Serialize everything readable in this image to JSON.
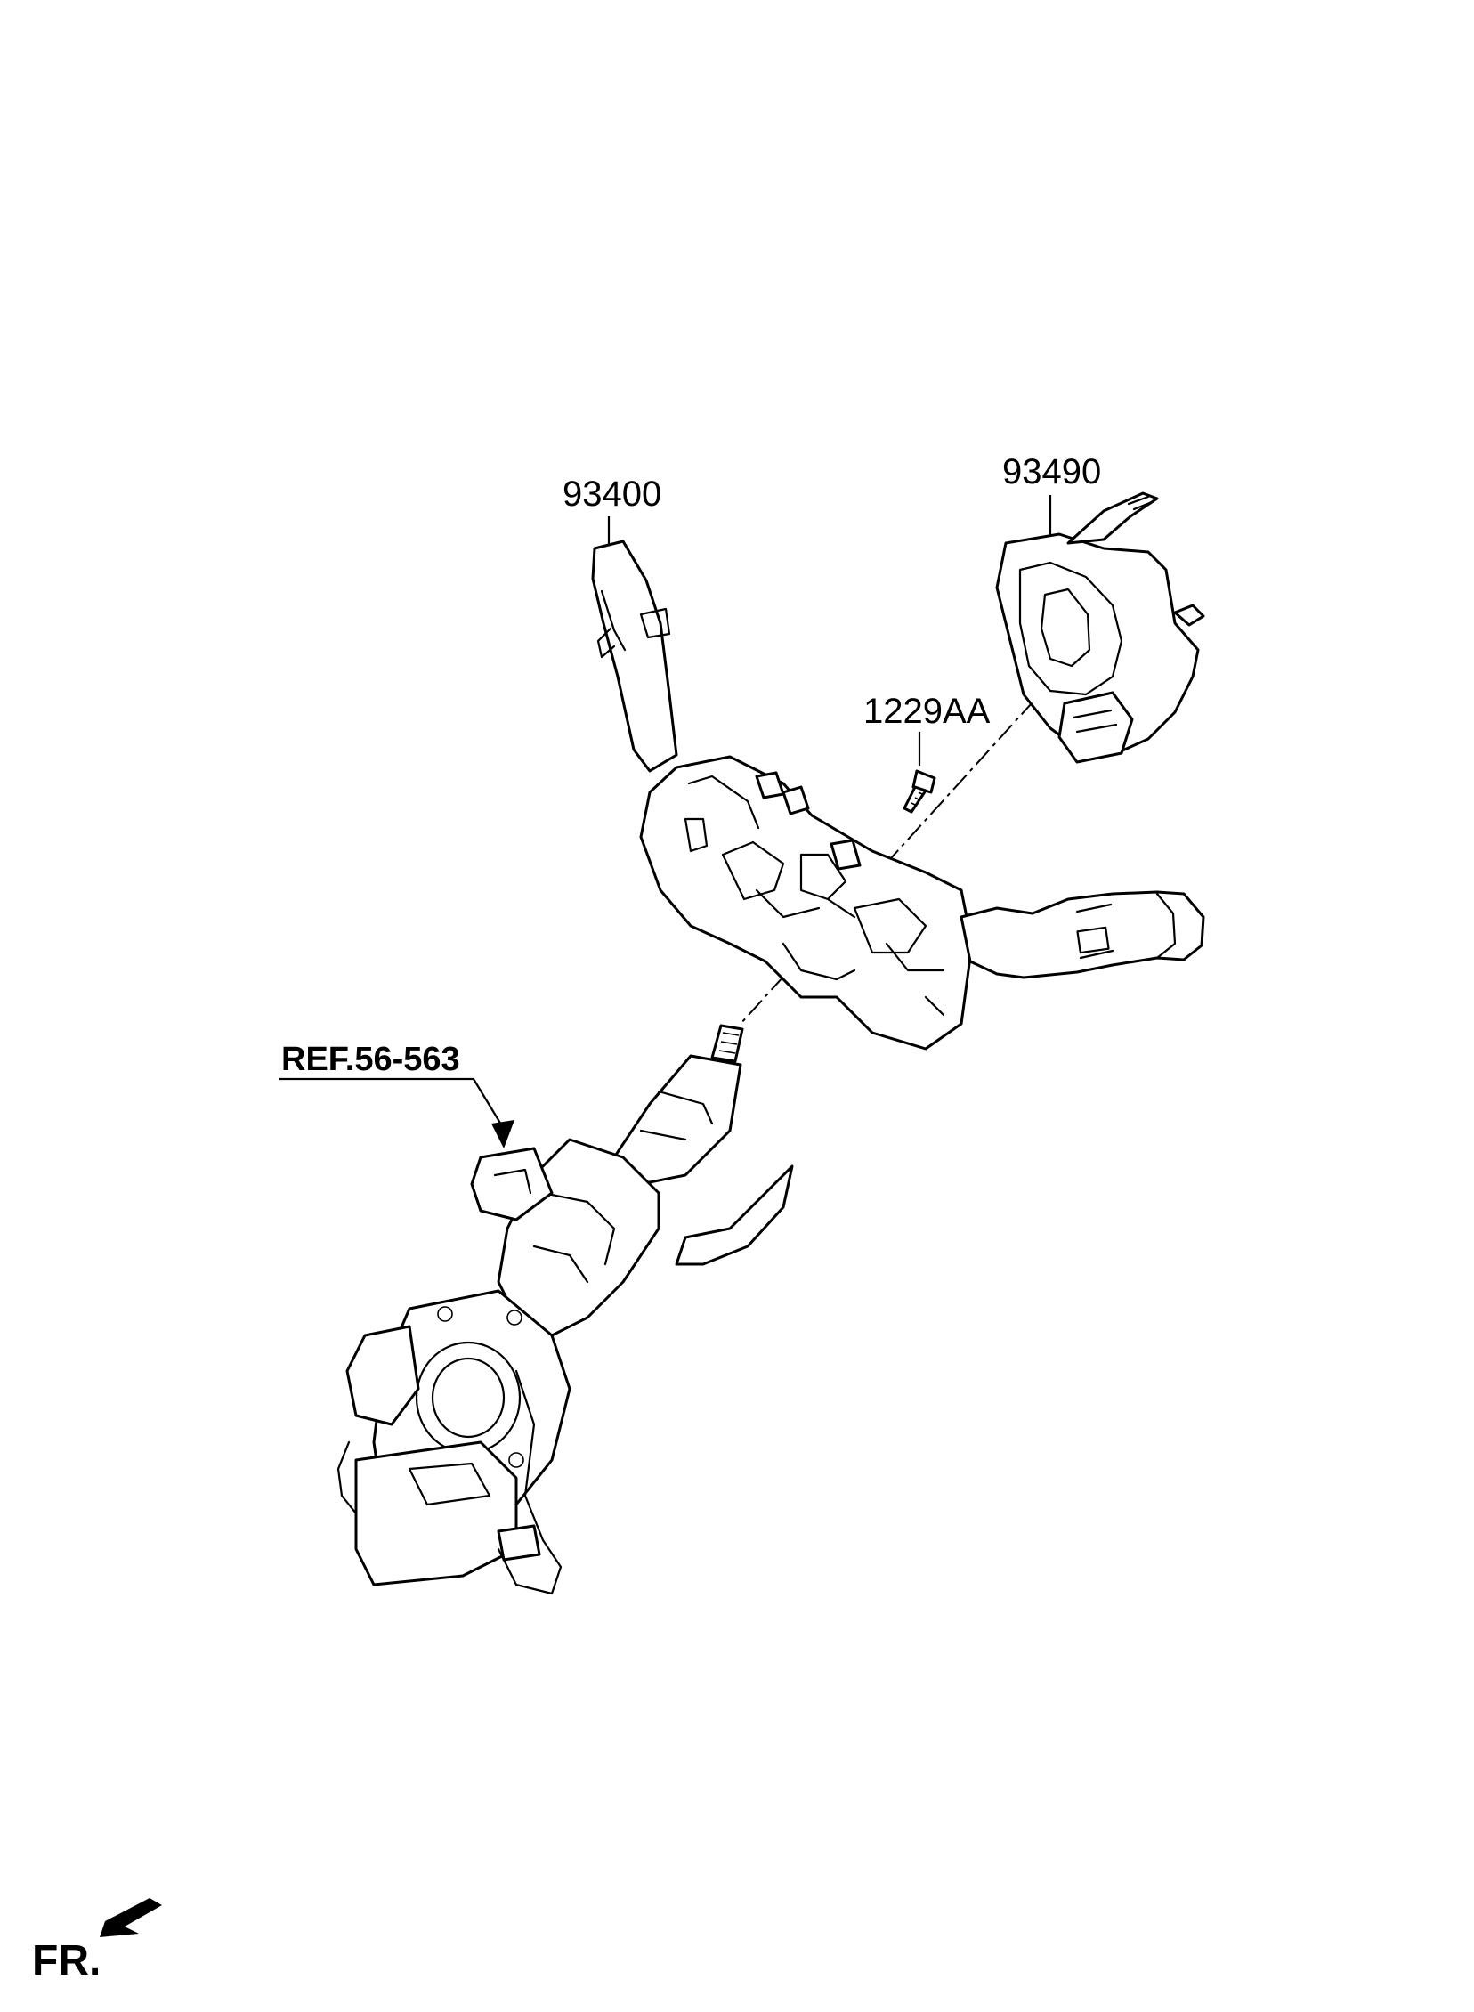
{
  "labels": {
    "part_93400": "93400",
    "part_93490": "93490",
    "part_1229AA": "1229AA",
    "reference": "REF.56-563",
    "front_marker": "FR."
  }
}
